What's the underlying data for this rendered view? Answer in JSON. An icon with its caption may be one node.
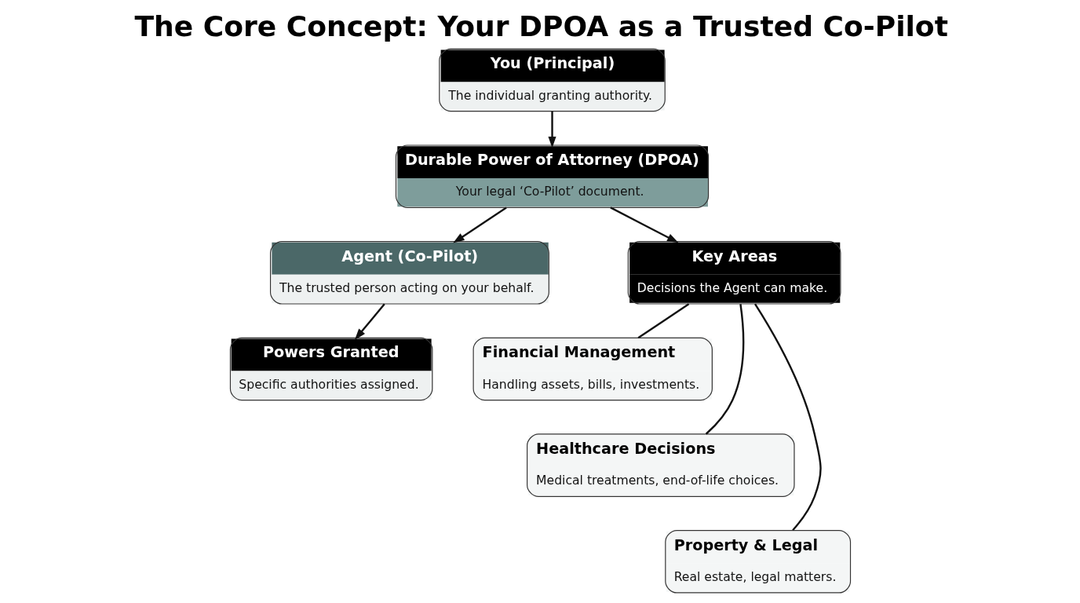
{
  "diagram": {
    "title": "The Core Concept: Your DPOA as a Trusted Co-Pilot",
    "nodes": [
      {
        "text": [
          "You (Principal)",
          "The individual granting authority."
        ]
      },
      {
        "text": [
          "Durable Power of Attorney (DPOA)",
          "Your legal ‘Co-Pilot’ document."
        ]
      },
      {
        "text": [
          "Agent (Co-Pilot)",
          "The trusted person acting on your behalf."
        ]
      },
      {
        "text": [
          "Key Areas",
          "Decisions the Agent can make."
        ]
      },
      {
        "text": [
          "Powers Granted",
          "Specific authorities assigned."
        ]
      },
      {
        "text": [
          "Financial Management",
          "Handling assets, bills, investments."
        ]
      },
      {
        "text": [
          "Healthcare Decisions",
          "Medical treatments, end-of-life choices."
        ]
      },
      {
        "text": [
          "Property & Legal",
          "Real estate, legal matters."
        ]
      }
    ],
    "edges": [
      {
        "from": 0,
        "to": 1,
        "arrow": "to"
      },
      {
        "from": 1,
        "to": 2,
        "arrow": "to"
      },
      {
        "from": 1,
        "to": 3,
        "arrow": "to"
      },
      {
        "from": 2,
        "to": 4,
        "arrow": "to"
      },
      {
        "from": 3,
        "to": 5,
        "arrow": "none"
      },
      {
        "from": 3,
        "to": 6,
        "arrow": "none"
      },
      {
        "from": 3,
        "to": 7,
        "arrow": "none"
      }
    ]
  }
}
